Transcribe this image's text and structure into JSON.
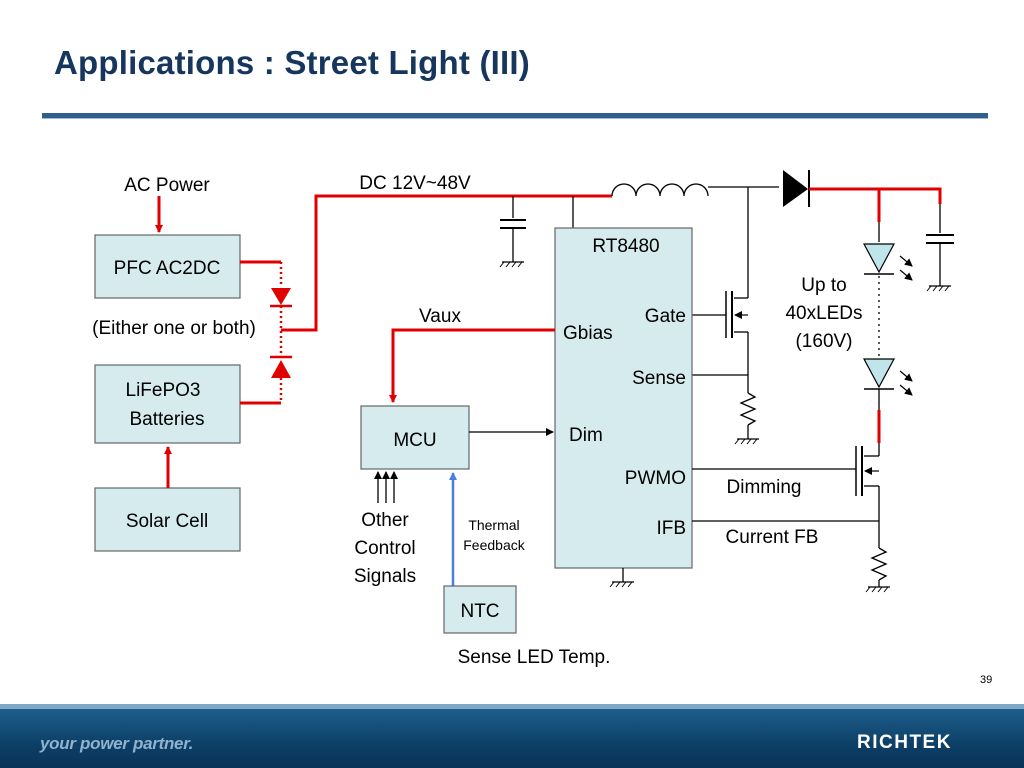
{
  "header": {
    "title": "Applications : Street Light (III)"
  },
  "blocks": {
    "pfc": "PFC AC2DC",
    "battery_line1": "LiFePO3",
    "battery_line2": "Batteries",
    "solar": "Solar Cell",
    "mcu": "MCU",
    "ntc": "NTC",
    "ic_name": "RT8480"
  },
  "pins": {
    "gate": "Gate",
    "gbias": "Gbias",
    "sense": "Sense",
    "dim": "Dim",
    "pwmo": "PWMO",
    "ifb": "IFB"
  },
  "labels": {
    "ac_power": "AC Power",
    "either": "(Either one or both)",
    "dc_range": "DC 12V~48V",
    "vaux": "Vaux",
    "leds_line1": "Up to",
    "leds_line2": "40xLEDs",
    "leds_line3": "(160V)",
    "dimming": "Dimming",
    "current_fb": "Current FB",
    "other_line1": "Other",
    "other_line2": "Control",
    "other_line3": "Signals",
    "thermal_line1": "Thermal",
    "thermal_line2": "Feedback",
    "sense_led": "Sense LED Temp."
  },
  "footer": {
    "page_number": "39",
    "tagline": "your power partner.",
    "brand": "RICHTEK"
  },
  "colors": {
    "title": "#16365d",
    "block_fill": "#d6ebee",
    "power_wire": "#e00000",
    "thermal_wire": "#4a7fe0",
    "footer": "#0d3f66"
  }
}
